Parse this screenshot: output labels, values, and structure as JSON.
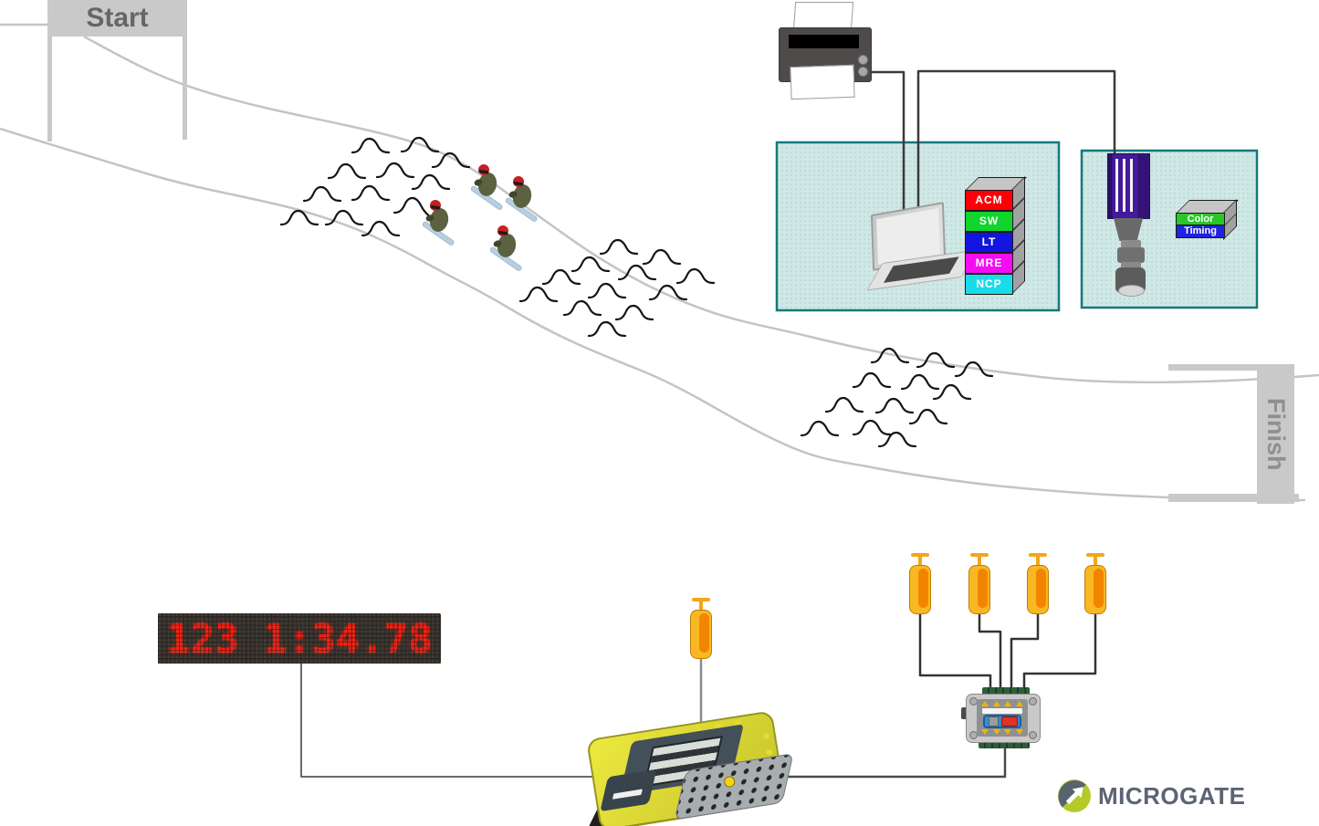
{
  "diagram": {
    "start_label": "Start",
    "finish_label": "Finish",
    "display_board": {
      "text": "123 1:34.78"
    },
    "software_stack": {
      "modules": [
        {
          "label": "ACM",
          "color": "#fb0006"
        },
        {
          "label": "SW",
          "color": "#0fd52c"
        },
        {
          "label": "LT",
          "color": "#1414e0"
        },
        {
          "label": "MRE",
          "color": "#f20df2"
        },
        {
          "label": "NCP",
          "color": "#18dcea"
        }
      ]
    },
    "photofinish": {
      "labels": [
        {
          "label": "Color",
          "color": "#28c828"
        },
        {
          "label": "Timing",
          "color": "#2121de"
        }
      ]
    },
    "brand": {
      "name": "MICROGATE",
      "circle_dark": "#57636e",
      "circle_lime": "#b5c928"
    },
    "colors": {
      "box_border": "#15787c",
      "box_fill": "#cfe8e5",
      "slope_line": "#c4c4c4",
      "led_red": "#ff2014"
    }
  }
}
